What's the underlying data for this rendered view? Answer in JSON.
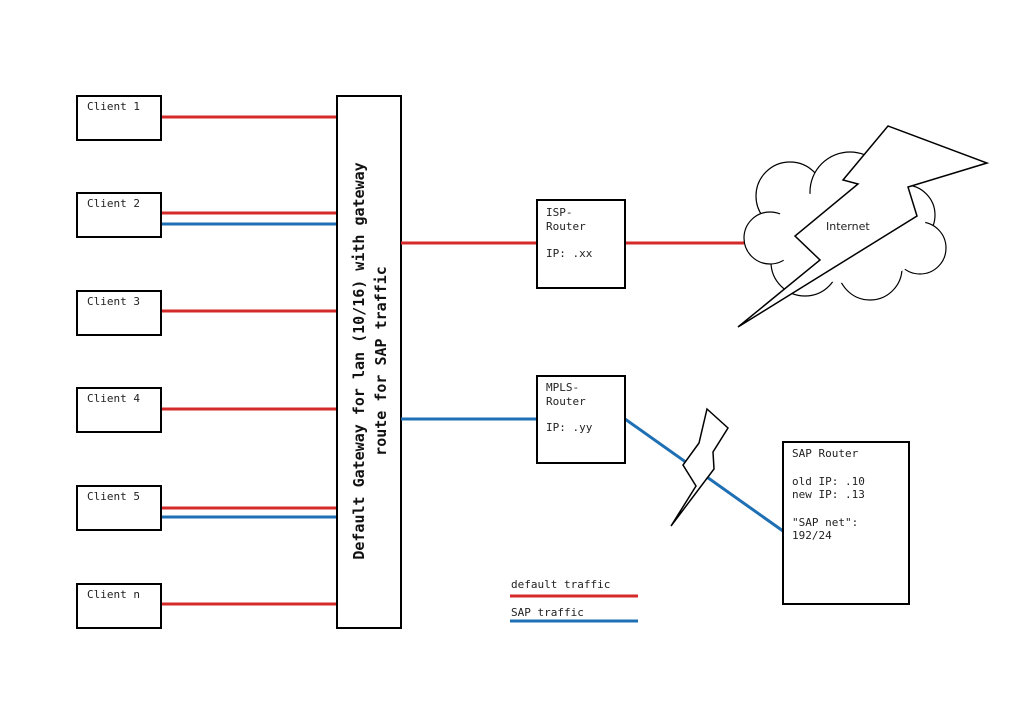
{
  "clients": [
    {
      "label": "Client 1",
      "links": [
        "default"
      ]
    },
    {
      "label": "Client 2",
      "links": [
        "default",
        "sap"
      ]
    },
    {
      "label": "Client 3",
      "links": [
        "default"
      ]
    },
    {
      "label": "Client 4",
      "links": [
        "default"
      ]
    },
    {
      "label": "Client 5",
      "links": [
        "default",
        "sap"
      ]
    },
    {
      "label": "Client n",
      "links": [
        "default"
      ]
    }
  ],
  "gateway": {
    "line1": "Default Gateway for lan (10/16) with gateway",
    "line2": "route for SAP traffic"
  },
  "isp_router": {
    "name_line1": "ISP-",
    "name_line2": "Router",
    "ip": "IP: .xx"
  },
  "mpls_router": {
    "name_line1": "MPLS-",
    "name_line2": "Router",
    "ip": "IP: .yy"
  },
  "internet": {
    "label": "Internet"
  },
  "sap_router": {
    "title": "SAP Router",
    "old_ip": "old IP: .10",
    "new_ip": "new IP: .13",
    "net_label": "\"SAP net\":",
    "net_value": "192/24"
  },
  "legend": {
    "default_label": "default traffic",
    "sap_label": "SAP traffic"
  },
  "colors": {
    "default_traffic": "#d42a2a",
    "sap_traffic": "#1f6fb4"
  }
}
